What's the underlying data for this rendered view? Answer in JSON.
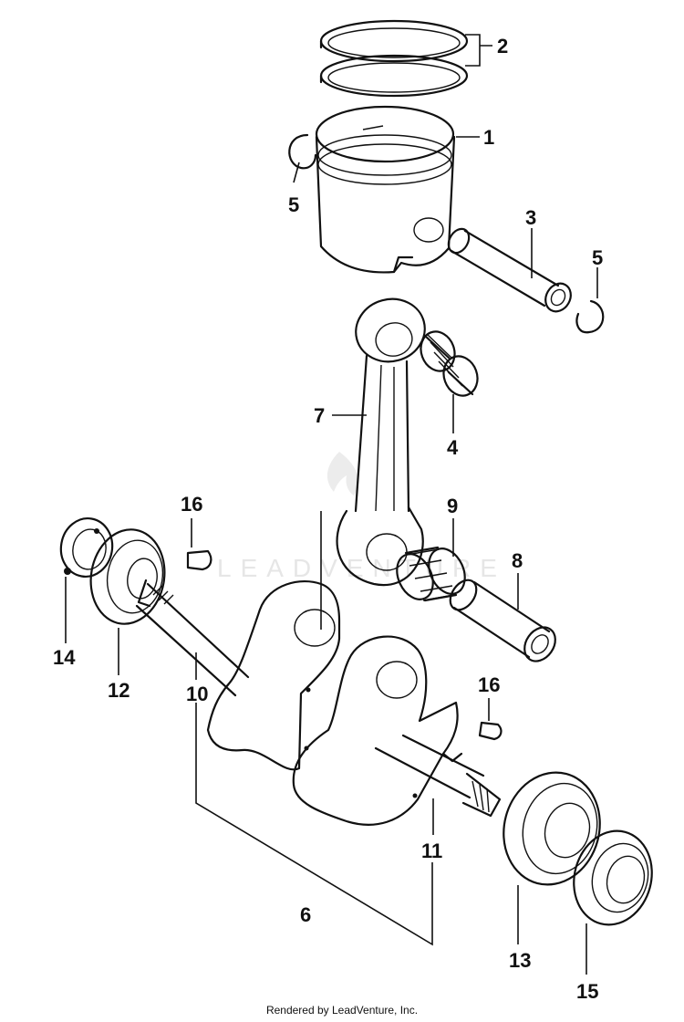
{
  "callouts": {
    "n1": "1",
    "n2": "2",
    "n3": "3",
    "n4": "4",
    "n5a": "5",
    "n5b": "5",
    "n6": "6",
    "n7": "7",
    "n8": "8",
    "n9": "9",
    "n10": "10",
    "n11": "11",
    "n12": "12",
    "n13": "13",
    "n14": "14",
    "n15": "15",
    "n16a": "16",
    "n16b": "16"
  },
  "watermark": "LEADVENTURE",
  "footer": "Rendered by LeadVenture, Inc.",
  "colors": {
    "ink": "#111111",
    "paper": "#ffffff",
    "watermark": "#e6e6e6"
  }
}
